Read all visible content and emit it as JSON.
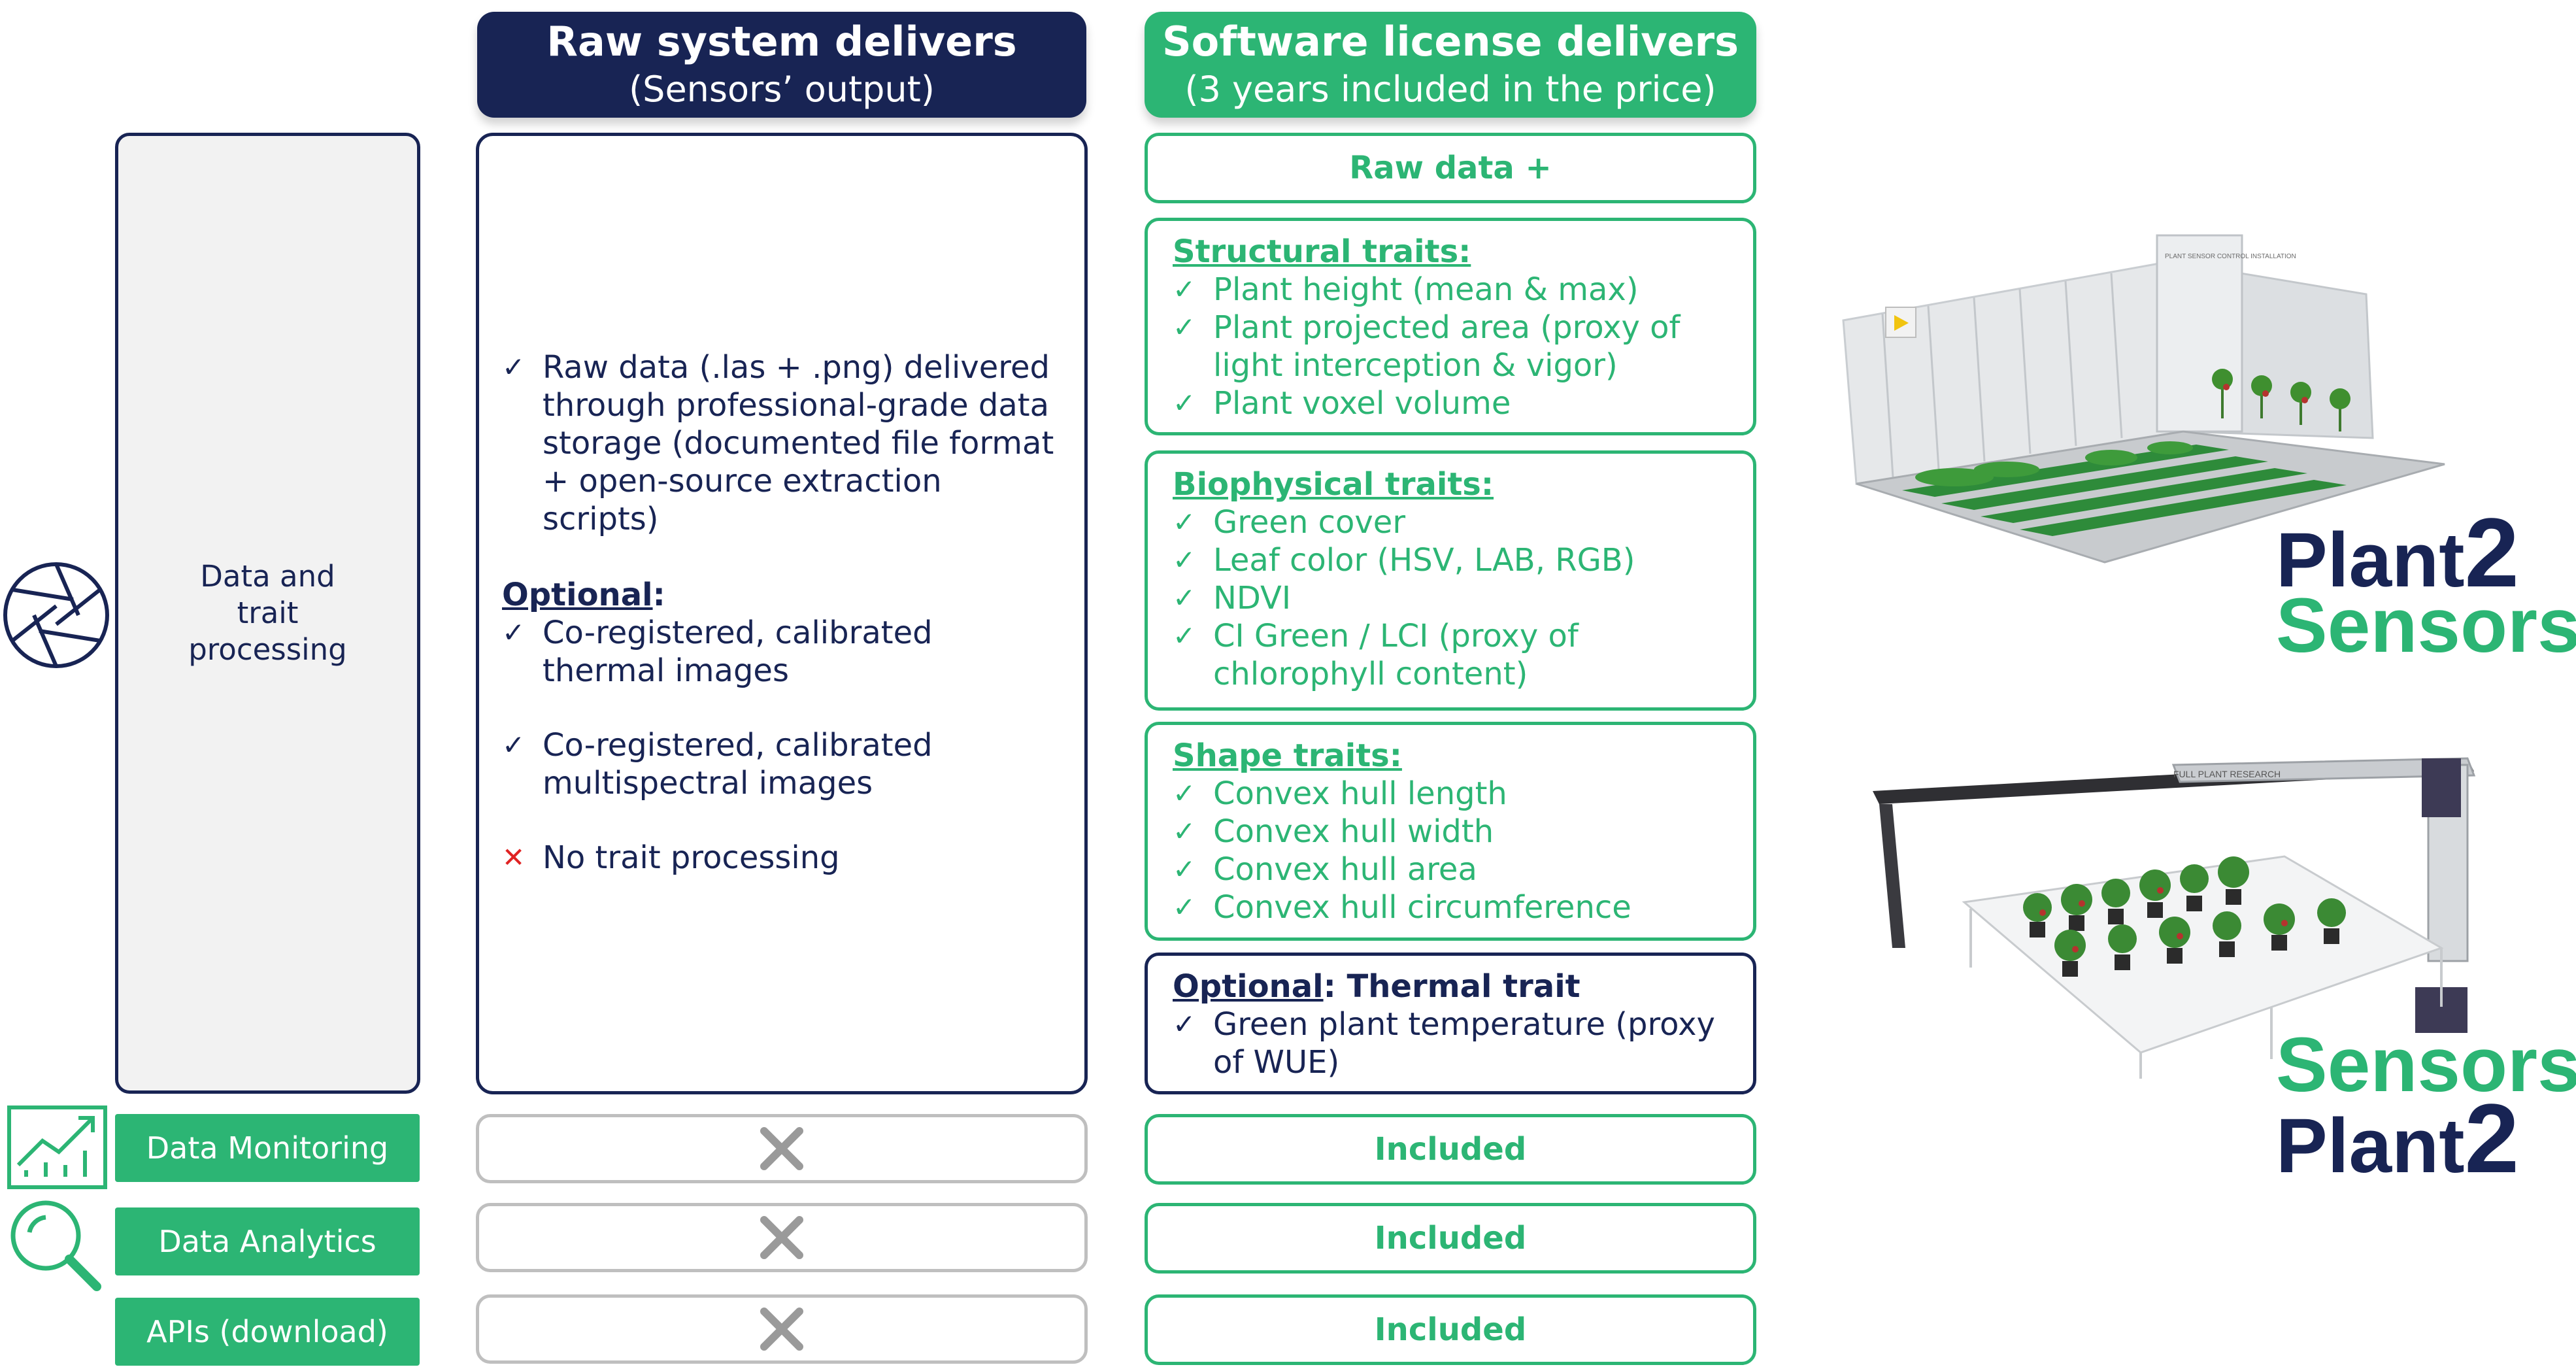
{
  "headers": {
    "raw": {
      "title": "Raw system delivers",
      "subtitle": "(Sensors’ output)"
    },
    "software": {
      "title": "Software license delivers",
      "subtitle": "(3 years included in the price)"
    }
  },
  "labels": {
    "processing": "Data and trait processing",
    "monitoring": "Data Monitoring",
    "analytics": "Data Analytics",
    "apis": "APIs (download)"
  },
  "raw": {
    "items": [
      "Raw data (.las + .png) delivered through professional-grade data storage (documented file format + open-source extraction scripts)"
    ],
    "optional_label": "Optional",
    "optional_colon": ":",
    "optional_items": [
      "Co-registered, calibrated thermal images",
      "Co-registered, calibrated multispectral images"
    ],
    "no_item": "No trait processing"
  },
  "software": {
    "raw_plus": "Raw data +",
    "structural": {
      "title": "Structural traits:",
      "items": [
        "Plant height (mean & max)",
        "Plant projected area (proxy of light interception & vigor)",
        "Plant voxel volume"
      ]
    },
    "biophysical": {
      "title": "Biophysical traits:",
      "items": [
        "Green cover",
        "Leaf color (HSV, LAB, RGB)",
        "NDVI",
        "CI Green / LCI (proxy of chlorophyll content)"
      ]
    },
    "shape": {
      "title": "Shape traits:",
      "items": [
        "Convex hull length",
        "Convex hull width",
        "Convex hull area",
        "Convex hull circumference"
      ]
    },
    "thermal": {
      "optional_label": "Optional",
      "rest": ": Thermal trait",
      "items": [
        "Green plant temperature (proxy of WUE)"
      ]
    },
    "included_monitoring": "Included",
    "included_analytics": "Included",
    "included_apis": "Included"
  },
  "brands": {
    "top": {
      "line1": "Plant",
      "line1_mark": "2",
      "line2": "Sensors"
    },
    "bottom": {
      "line1": "Sensors",
      "line2": "Plant",
      "line2_mark": "2"
    },
    "machine1_label": "PLANT SENSOR CONTROL INSTALLATION",
    "machine2_label": "FULL PLANT RESEARCH"
  },
  "symbols": {
    "check": "✓",
    "cross": "✕"
  },
  "colors": {
    "navy": "#182454",
    "green": "#2cb574",
    "red": "#e02222",
    "grey": "#bfbfbf"
  }
}
